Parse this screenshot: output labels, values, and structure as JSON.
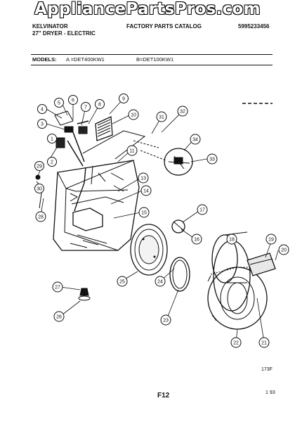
{
  "site_watermark": "AppliancePartsPros.com",
  "header": {
    "brand": "KELVINATOR",
    "product": "27\" DRYER - ELECTRIC",
    "catalog_title": "FACTORY PARTS CATALOG",
    "catalog_number": "5995233456"
  },
  "models": {
    "label": "MODELS:",
    "model_a": "A =DET400KW1",
    "model_b": "B=DET100KW1"
  },
  "callouts": [
    {
      "id": "c1",
      "label": "1"
    },
    {
      "id": "c2",
      "label": "2"
    },
    {
      "id": "c3",
      "label": "3"
    },
    {
      "id": "c4",
      "label": "4"
    },
    {
      "id": "c5",
      "label": "5"
    },
    {
      "id": "c6",
      "label": "6"
    },
    {
      "id": "c7",
      "label": "7"
    },
    {
      "id": "c8",
      "label": "8"
    },
    {
      "id": "c9",
      "label": "9"
    },
    {
      "id": "c10",
      "label": "10"
    },
    {
      "id": "c11",
      "label": "11"
    },
    {
      "id": "c13",
      "label": "13"
    },
    {
      "id": "c14",
      "label": "14"
    },
    {
      "id": "c15",
      "label": "15"
    },
    {
      "id": "c16",
      "label": "16"
    },
    {
      "id": "c17",
      "label": "17"
    },
    {
      "id": "c18",
      "label": "18"
    },
    {
      "id": "c19",
      "label": "19"
    },
    {
      "id": "c20",
      "label": "20"
    },
    {
      "id": "c21",
      "label": "21"
    },
    {
      "id": "c22",
      "label": "22"
    },
    {
      "id": "c23",
      "label": "23"
    },
    {
      "id": "c24",
      "label": "24"
    },
    {
      "id": "c25",
      "label": "25"
    },
    {
      "id": "c26",
      "label": "26"
    },
    {
      "id": "c27",
      "label": "27"
    },
    {
      "id": "c28",
      "label": "28"
    },
    {
      "id": "c29",
      "label": "29"
    },
    {
      "id": "c30",
      "label": "30"
    },
    {
      "id": "c31",
      "label": "31"
    },
    {
      "id": "c32",
      "label": "32"
    },
    {
      "id": "c33",
      "label": "33"
    },
    {
      "id": "c34",
      "label": "34"
    }
  ],
  "footer": {
    "drawing_code": "173F",
    "page_label": "F12",
    "date_code": "1 93"
  }
}
